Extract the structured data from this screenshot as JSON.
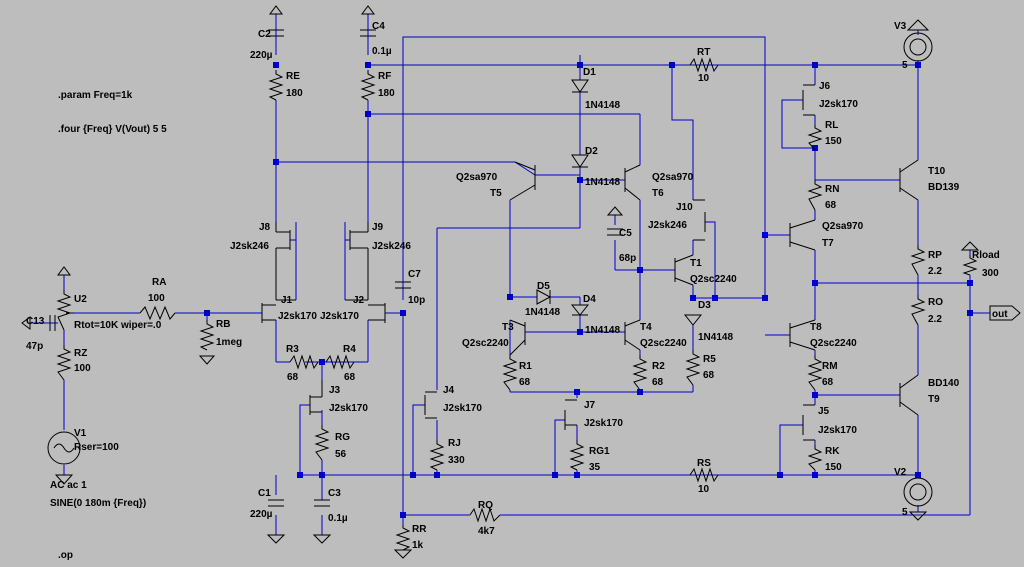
{
  "colors": {
    "background": "#bdbdbd",
    "wire": "#0000cd",
    "component": "#000000"
  },
  "directives": {
    "param": ".param Freq=1k",
    "four": ".four {Freq} V(Vout) 5 5",
    "op": ".op"
  },
  "input": {
    "c13_name": "C13",
    "c13_val": "47p",
    "u2_name": "U2",
    "u2_val": "Rtot=10K wiper=.0",
    "rz_name": "RZ",
    "rz_val": "100",
    "v1_name": "V1",
    "v1_rser": "Rser=100",
    "v1_ac": "AC ac 1",
    "v1_sine": "SINE(0 180m {Freq})"
  },
  "labels": {
    "ra_name": "RA",
    "ra_val": "100",
    "rb_name": "RB",
    "rb_val": "1meg",
    "c2_name": "C2",
    "c2_val": "220µ",
    "c4_name": "C4",
    "c4_val": "0.1µ",
    "re_name": "RE",
    "re_val": "180",
    "rf_name": "RF",
    "rf_val": "180",
    "j8_name": "J8",
    "j8_val": "J2sk246",
    "j9_name": "J9",
    "j9_val": "J2sk246",
    "j1_name": "J1",
    "j1_val": "J2sk170",
    "j2_name": "J2",
    "j2_val": "J2sk170",
    "r3_name": "R3",
    "r3_val": "68",
    "r4_name": "R4",
    "r4_val": "68",
    "j3_name": "J3",
    "j3_val": "J2sk170",
    "rg_name": "RG",
    "rg_val": "56",
    "c1_name": "C1",
    "c1_val": "220µ",
    "c3_name": "C3",
    "c3_val": "0.1µ",
    "c7_name": "C7",
    "c7_val": "10p",
    "j4_name": "J4",
    "j4_val": "J2sk170",
    "rj_name": "RJ",
    "rj_val": "330",
    "rr_name": "RR",
    "rr_val": "1k",
    "rq_name": "RQ",
    "rq_val": "4k7",
    "t5_name": "T5",
    "t5_val": "Q2sa970",
    "t6_name": "T6",
    "t6_val": "Q2sa970",
    "d1_name": "D1",
    "d1_val": "1N4148",
    "d2_name": "D2",
    "d2_val": "1N4148",
    "d5_name": "D5",
    "d5_val": "1N4148",
    "d4_name": "D4",
    "d4_val": "1N4148",
    "t3_name": "T3",
    "t3_val": "Q2sc2240",
    "t4_name": "T4",
    "t4_val": "Q2sc2240",
    "r1_name": "R1",
    "r1_val": "68",
    "r2_name": "R2",
    "r2_val": "68",
    "j7_name": "J7",
    "j7_val": "J2sk170",
    "rg1_name": "RG1",
    "rg1_val": "35",
    "c5_name": "C5",
    "c5_val": "68p",
    "j10_name": "J10",
    "j10_val": "J2sk246",
    "t1_name": "T1",
    "t1_val": "Q2sc2240",
    "d3_name": "D3",
    "d3_val": "1N4148",
    "r5_name": "R5",
    "r5_val": "68",
    "rt_name": "RT",
    "rt_val": "10",
    "rs_name": "RS",
    "rs_val": "10",
    "j6_name": "J6",
    "j6_val": "J2sk170",
    "rl_name": "RL",
    "rl_val": "150",
    "rn_name": "RN",
    "rn_val": "68",
    "t7_name": "T7",
    "t7_val": "Q2sa970",
    "t8_name": "T8",
    "t8_val": "Q2sc2240",
    "rm_name": "RM",
    "rm_val": "68",
    "j5_name": "J5",
    "j5_val": "J2sk170",
    "rk_name": "RK",
    "rk_val": "150",
    "t10_name": "T10",
    "t10_val": "BD139",
    "t9_name": "T9",
    "t9_val": "BD140",
    "rp_name": "RP",
    "rp_val": "2.2",
    "ro_name": "RO",
    "ro_val": "2.2",
    "rload_name": "Rload",
    "rload_val": "300",
    "v3_name": "V3",
    "v3_val": "5",
    "v2_name": "V2",
    "v2_val": "5",
    "out_label": "out"
  }
}
